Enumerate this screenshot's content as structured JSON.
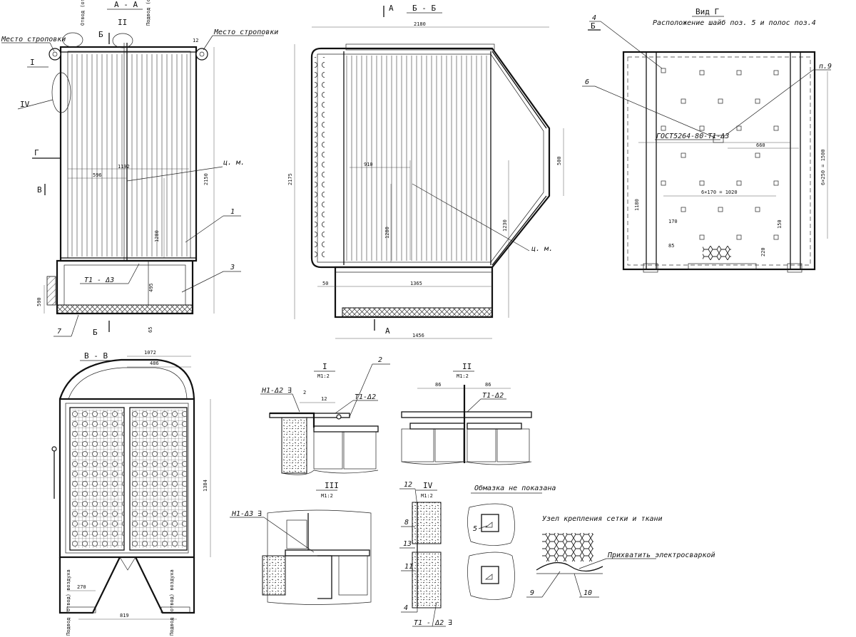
{
  "views": {
    "aa": {
      "title": "А - А",
      "sling_left": "Место строповки",
      "sling_right": "Место строповки",
      "outlet_top": "Отвод (отвод) воздуха",
      "inlet_top": "Подвод (отвод) воздуха",
      "mark_I": "I",
      "mark_II": "II",
      "mark_IV": "IV",
      "mark_G": "Г",
      "mark_V": "В",
      "mark_B_top": "Б",
      "mark_B_bottom": "Б",
      "weld": "Т1 - Δ3",
      "cm": "ц. м.",
      "dims": {
        "d12": "12",
        "d1192": "1192",
        "d596": "596",
        "d1280": "1280",
        "d2150": "2150",
        "d495": "495",
        "d590": "590",
        "d65": "65"
      }
    },
    "bb": {
      "title": "Б - Б",
      "mark_A_top": "А",
      "mark_A_bottom": "А",
      "cm": "ц. м.",
      "dims": {
        "d2180": "2180",
        "d2175": "2175",
        "d910": "910",
        "d1280": "1280",
        "d500": "500",
        "d1230": "1230",
        "d50": "50",
        "d1365": "1365",
        "d1456": "1456"
      }
    },
    "vid": {
      "title": "Вид Г",
      "subtitle": "Расположение шайб поз. 5 и полос поз.4",
      "mark_B": "Б",
      "gost": "ГОСТ5264-80-Т1-Δ3",
      "p9": "п.9",
      "dims": {
        "d660": "660",
        "d1180": "1180",
        "d6x170": "6×170 = 1020",
        "d6x250": "6×250 = 1500",
        "d170": "170",
        "d150": "150",
        "d85": "85",
        "d220": "220"
      }
    },
    "vv": {
      "title": "В - В",
      "dims": {
        "d1072": "1072",
        "d486": "486",
        "d1384": "1384",
        "d270": "270",
        "d819": "819"
      },
      "bottom_left": "Подвод (отвод) воздуха",
      "bottom_right": "Подвод (отвод) воздуха"
    },
    "det1": {
      "title": "I",
      "scale": "М1:2",
      "weld_left": "Н1-Δ2 ∃",
      "weld_right": "Т1-Δ2",
      "d2": "2",
      "d12": "12"
    },
    "det2": {
      "title": "II",
      "scale": "М1:2",
      "weld": "Т1-Δ2",
      "d86a": "86",
      "d86b": "86"
    },
    "det3": {
      "title": "III",
      "scale": "М1:2",
      "weld": "Н1-Δ3 ∃"
    },
    "det4": {
      "title": "IV",
      "scale": "М1:2",
      "weld": "Т1 - Δ2 ∃"
    },
    "note": {
      "obmazka": "Обмазка не показана",
      "node_title": "Узел крепления сетки и ткани",
      "weld_note": "Прихватить электросваркой"
    }
  },
  "positions": {
    "p1": "1",
    "p2": "2",
    "p3": "3",
    "p4": "4",
    "p4b": "4",
    "p5": "5",
    "p6": "6",
    "p7": "7",
    "p8": "8",
    "p9": "9",
    "p10": "10",
    "p11": "11",
    "p12": "12",
    "p13": "13"
  }
}
